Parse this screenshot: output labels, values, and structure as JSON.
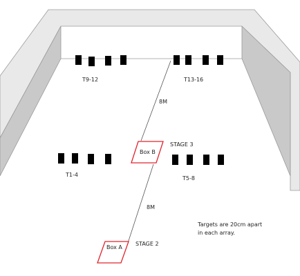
{
  "diagram": {
    "target_groups": [
      {
        "label": "T9-12",
        "count": 4
      },
      {
        "label": "T13-16",
        "count": 4
      },
      {
        "label": "T1-4",
        "count": 4
      },
      {
        "label": "T5-8",
        "count": 4
      }
    ],
    "boxes": [
      {
        "label": "Box B",
        "stage": "STAGE 3"
      },
      {
        "label": "Box A",
        "stage": "STAGE 2"
      }
    ],
    "distances": {
      "upper": "8M",
      "lower": "8M"
    },
    "note": {
      "line1": "Targets are 20cm apart",
      "line2": "in each array."
    },
    "colors": {
      "box_outline": "#e0242c",
      "wall_fill": "#d6d6d6",
      "wall_face": "#e9e9e9",
      "target": "#000000"
    }
  }
}
